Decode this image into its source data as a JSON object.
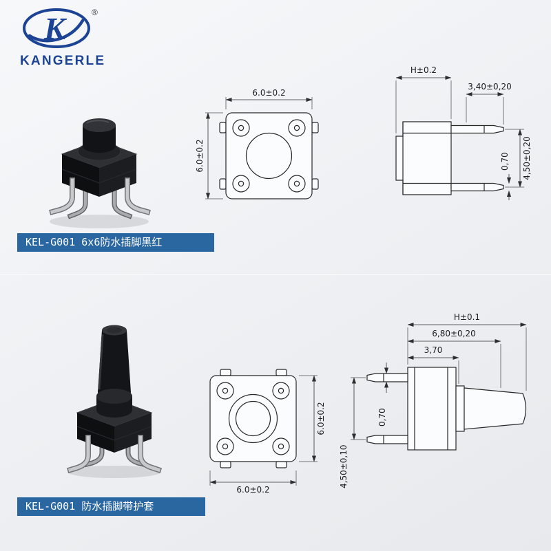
{
  "brand": {
    "name": "KANGERLE",
    "logo_letter": "K",
    "registered_mark": "®"
  },
  "sections": [
    {
      "label": "KEL-G001 6x6防水插脚黑红",
      "top_view": {
        "width_dim": "6.0±0.2",
        "height_dim": "6.0±0.2"
      },
      "side_view": {
        "overall_height_dim": "H±0.2",
        "pin_tip_dim": "3,40±0,20",
        "pin_width_dim": "0,70",
        "pin_spacing_dim": "4,50±0,20"
      }
    },
    {
      "label": "KEL-G001 防水插脚带护套",
      "top_view": {
        "width_dim": "6.0±0.2",
        "height_dim": "6.0±0.2"
      },
      "side_view": {
        "overall_height_dim": "H±0.1",
        "body_height_dim": "6,80±0,20",
        "stem_dim": "3,70",
        "pin_width_dim": "0,70",
        "pin_spacing_dim": "4,50±0,10"
      }
    }
  ],
  "colors": {
    "label_bar_bg": "#2a66a0",
    "brand_blue": "#1d4494",
    "drawing_line": "#26282a",
    "page_background": "#eef0f3"
  }
}
